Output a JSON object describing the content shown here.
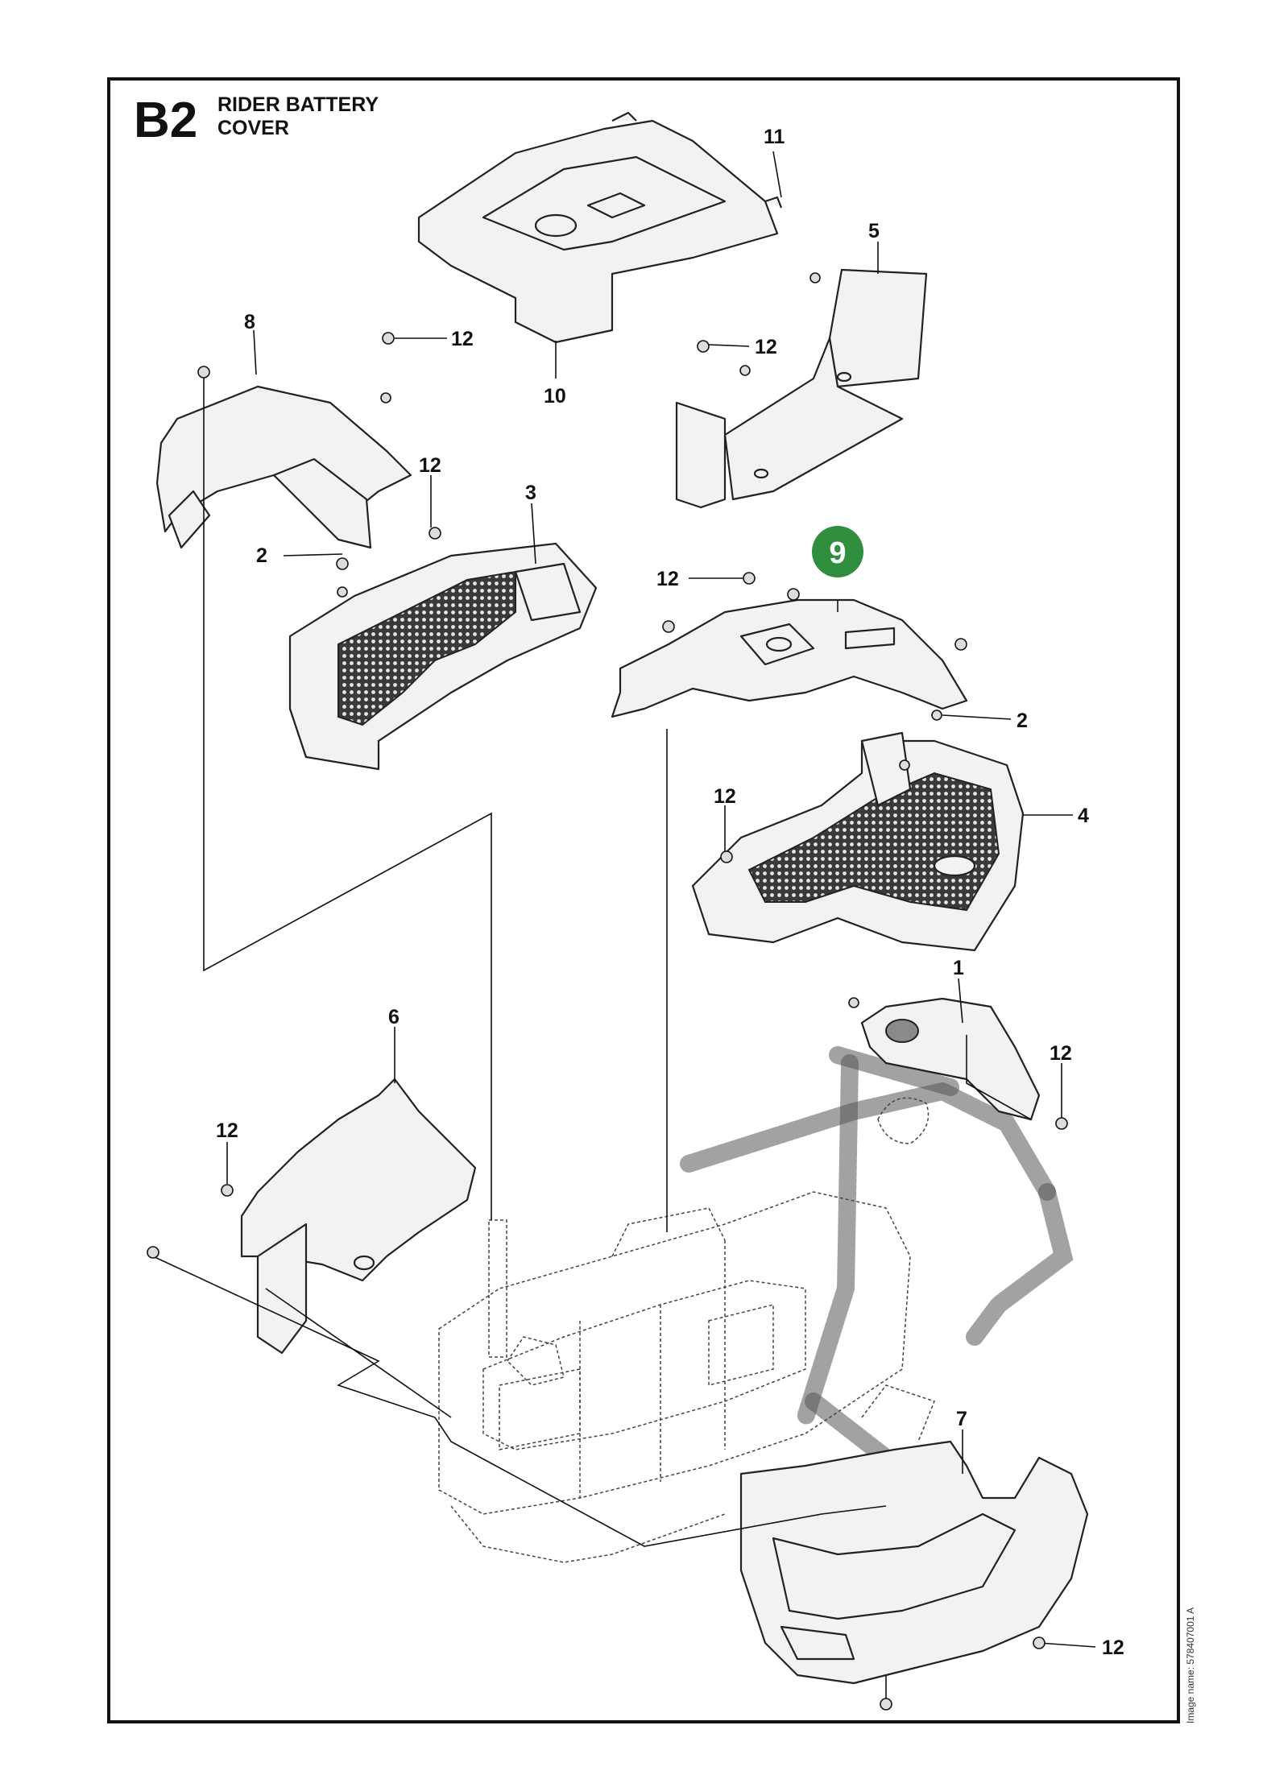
{
  "page": {
    "section_code": "B2",
    "title_line1": "RIDER BATTERY",
    "title_line2": "COVER",
    "image_name_note": "Image name: 578407001 A"
  },
  "highlight": {
    "number": "9",
    "color": "#2f8f3f"
  },
  "callouts": {
    "c1": "1",
    "c2a": "2",
    "c2b": "2",
    "c3": "3",
    "c4": "4",
    "c5": "5",
    "c6": "6",
    "c7": "7",
    "c8": "8",
    "c10": "10",
    "c11": "11",
    "c12a": "12",
    "c12b": "12",
    "c12c": "12",
    "c12d": "12",
    "c12e": "12",
    "c12f": "12",
    "c12g": "12",
    "c12h": "12"
  }
}
